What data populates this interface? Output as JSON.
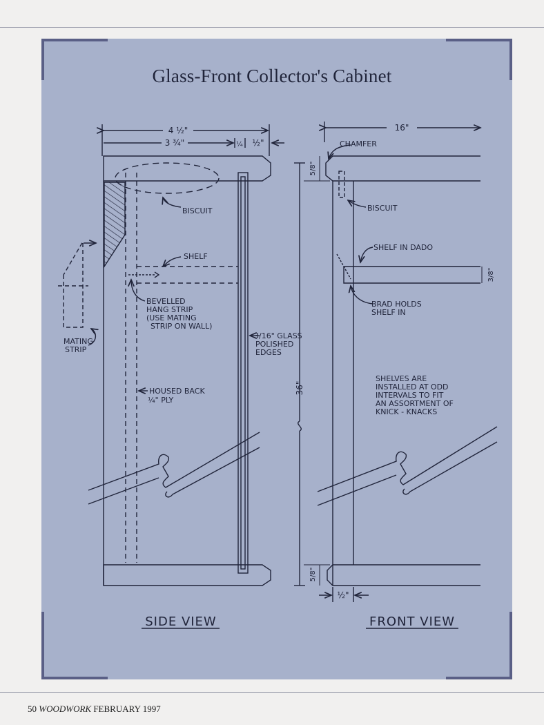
{
  "title": "Glass-Front Collector's Cabinet",
  "footer": {
    "page": "50",
    "magazine": "WOODWORK",
    "issue": "FEBRUARY 1997"
  },
  "labels": {
    "dim_width_total": "4 ½\"",
    "dim_width_main": "3 ¾\"",
    "dim_quarter": "¼",
    "dim_half_top": "½\"",
    "dim_16": "16\"",
    "chamfer": "CHAMFER",
    "dim_top_thick": "5/8\"",
    "biscuit_side": "BISCUIT",
    "biscuit_front": "BISCUIT",
    "shelf": "SHELF",
    "shelf_in_dado": "SHELF IN DADO",
    "shelf_thick": "3/8\"",
    "brad_1": "BRAD HOLDS",
    "brad_2": "SHELF IN",
    "bevel_1": "BEVELLED",
    "bevel_2": "HANG STRIP",
    "bevel_3": "(USE MATING",
    "bevel_4": "STRIP ON WALL)",
    "mating_1": "MATING",
    "mating_2": "STRIP",
    "glass_1": "3/16\" GLASS",
    "glass_2": "POLISHED",
    "glass_3": "EDGES",
    "dim_36": "36\"",
    "housed_1": "HOUSED BACK",
    "housed_2": "¼\" PLY",
    "note_1": "SHELVES ARE",
    "note_2": "INSTALLED AT ODD",
    "note_3": "INTERVALS TO FIT",
    "note_4": "AN ASSORTMENT OF",
    "note_5": "KNICK - KNACKS",
    "dim_bottom_thick": "5/8\"",
    "dim_half_bottom": "½\"",
    "side_view": "SIDE VIEW",
    "front_view": "FRONT VIEW"
  },
  "colors": {
    "panel": "#a7b1cb",
    "ink": "#20243a",
    "frame": "#5a5f86"
  }
}
